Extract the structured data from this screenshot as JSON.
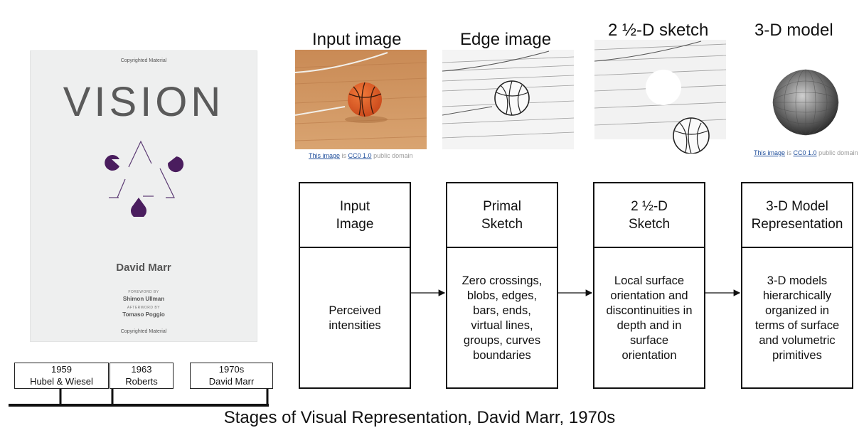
{
  "cover": {
    "top_notice": "Copyrighted Material",
    "title": "VISION",
    "author": "David Marr",
    "foreword_label": "FOREWORD BY",
    "foreword_name": "Shimon Ullman",
    "afterword_label": "AFTERWORD BY",
    "afterword_name": "Tomaso Poggio",
    "bottom_notice": "Copyrighted Material",
    "accent_color": "#4a1d5e"
  },
  "timeline": [
    {
      "year": "1959",
      "name": "Hubel & Wiesel"
    },
    {
      "year": "1963",
      "name": "Roberts"
    },
    {
      "year": "1970s",
      "name": "David Marr"
    }
  ],
  "images": [
    {
      "title": "Input image"
    },
    {
      "title": "Edge image"
    },
    {
      "title": "2 ½-D sketch"
    },
    {
      "title": "3-D model"
    }
  ],
  "credits": [
    {
      "link1": "This image",
      "mid": " is ",
      "link2": "CC0 1.0",
      "tail": " public domain"
    },
    {
      "link1": "This image",
      "mid": " is ",
      "link2": "CC0 1.0",
      "tail": " public domain"
    }
  ],
  "stages": [
    {
      "head": "Input\nImage",
      "body": "Perceived\nintensities"
    },
    {
      "head": "Primal\nSketch",
      "body": "Zero crossings,\nblobs, edges,\nbars, ends,\nvirtual lines,\ngroups, curves\nboundaries"
    },
    {
      "head": "2 ½-D\nSketch",
      "body": "Local surface\norientation and\ndiscontinuities in\ndepth and in\nsurface\norientation"
    },
    {
      "head": "3-D Model\nRepresentation",
      "body": "3-D models\nhierarchically\norganized in\nterms of surface\nand volumetric\nprimitives"
    }
  ],
  "caption": "Stages of Visual Representation, David Marr, 1970s"
}
